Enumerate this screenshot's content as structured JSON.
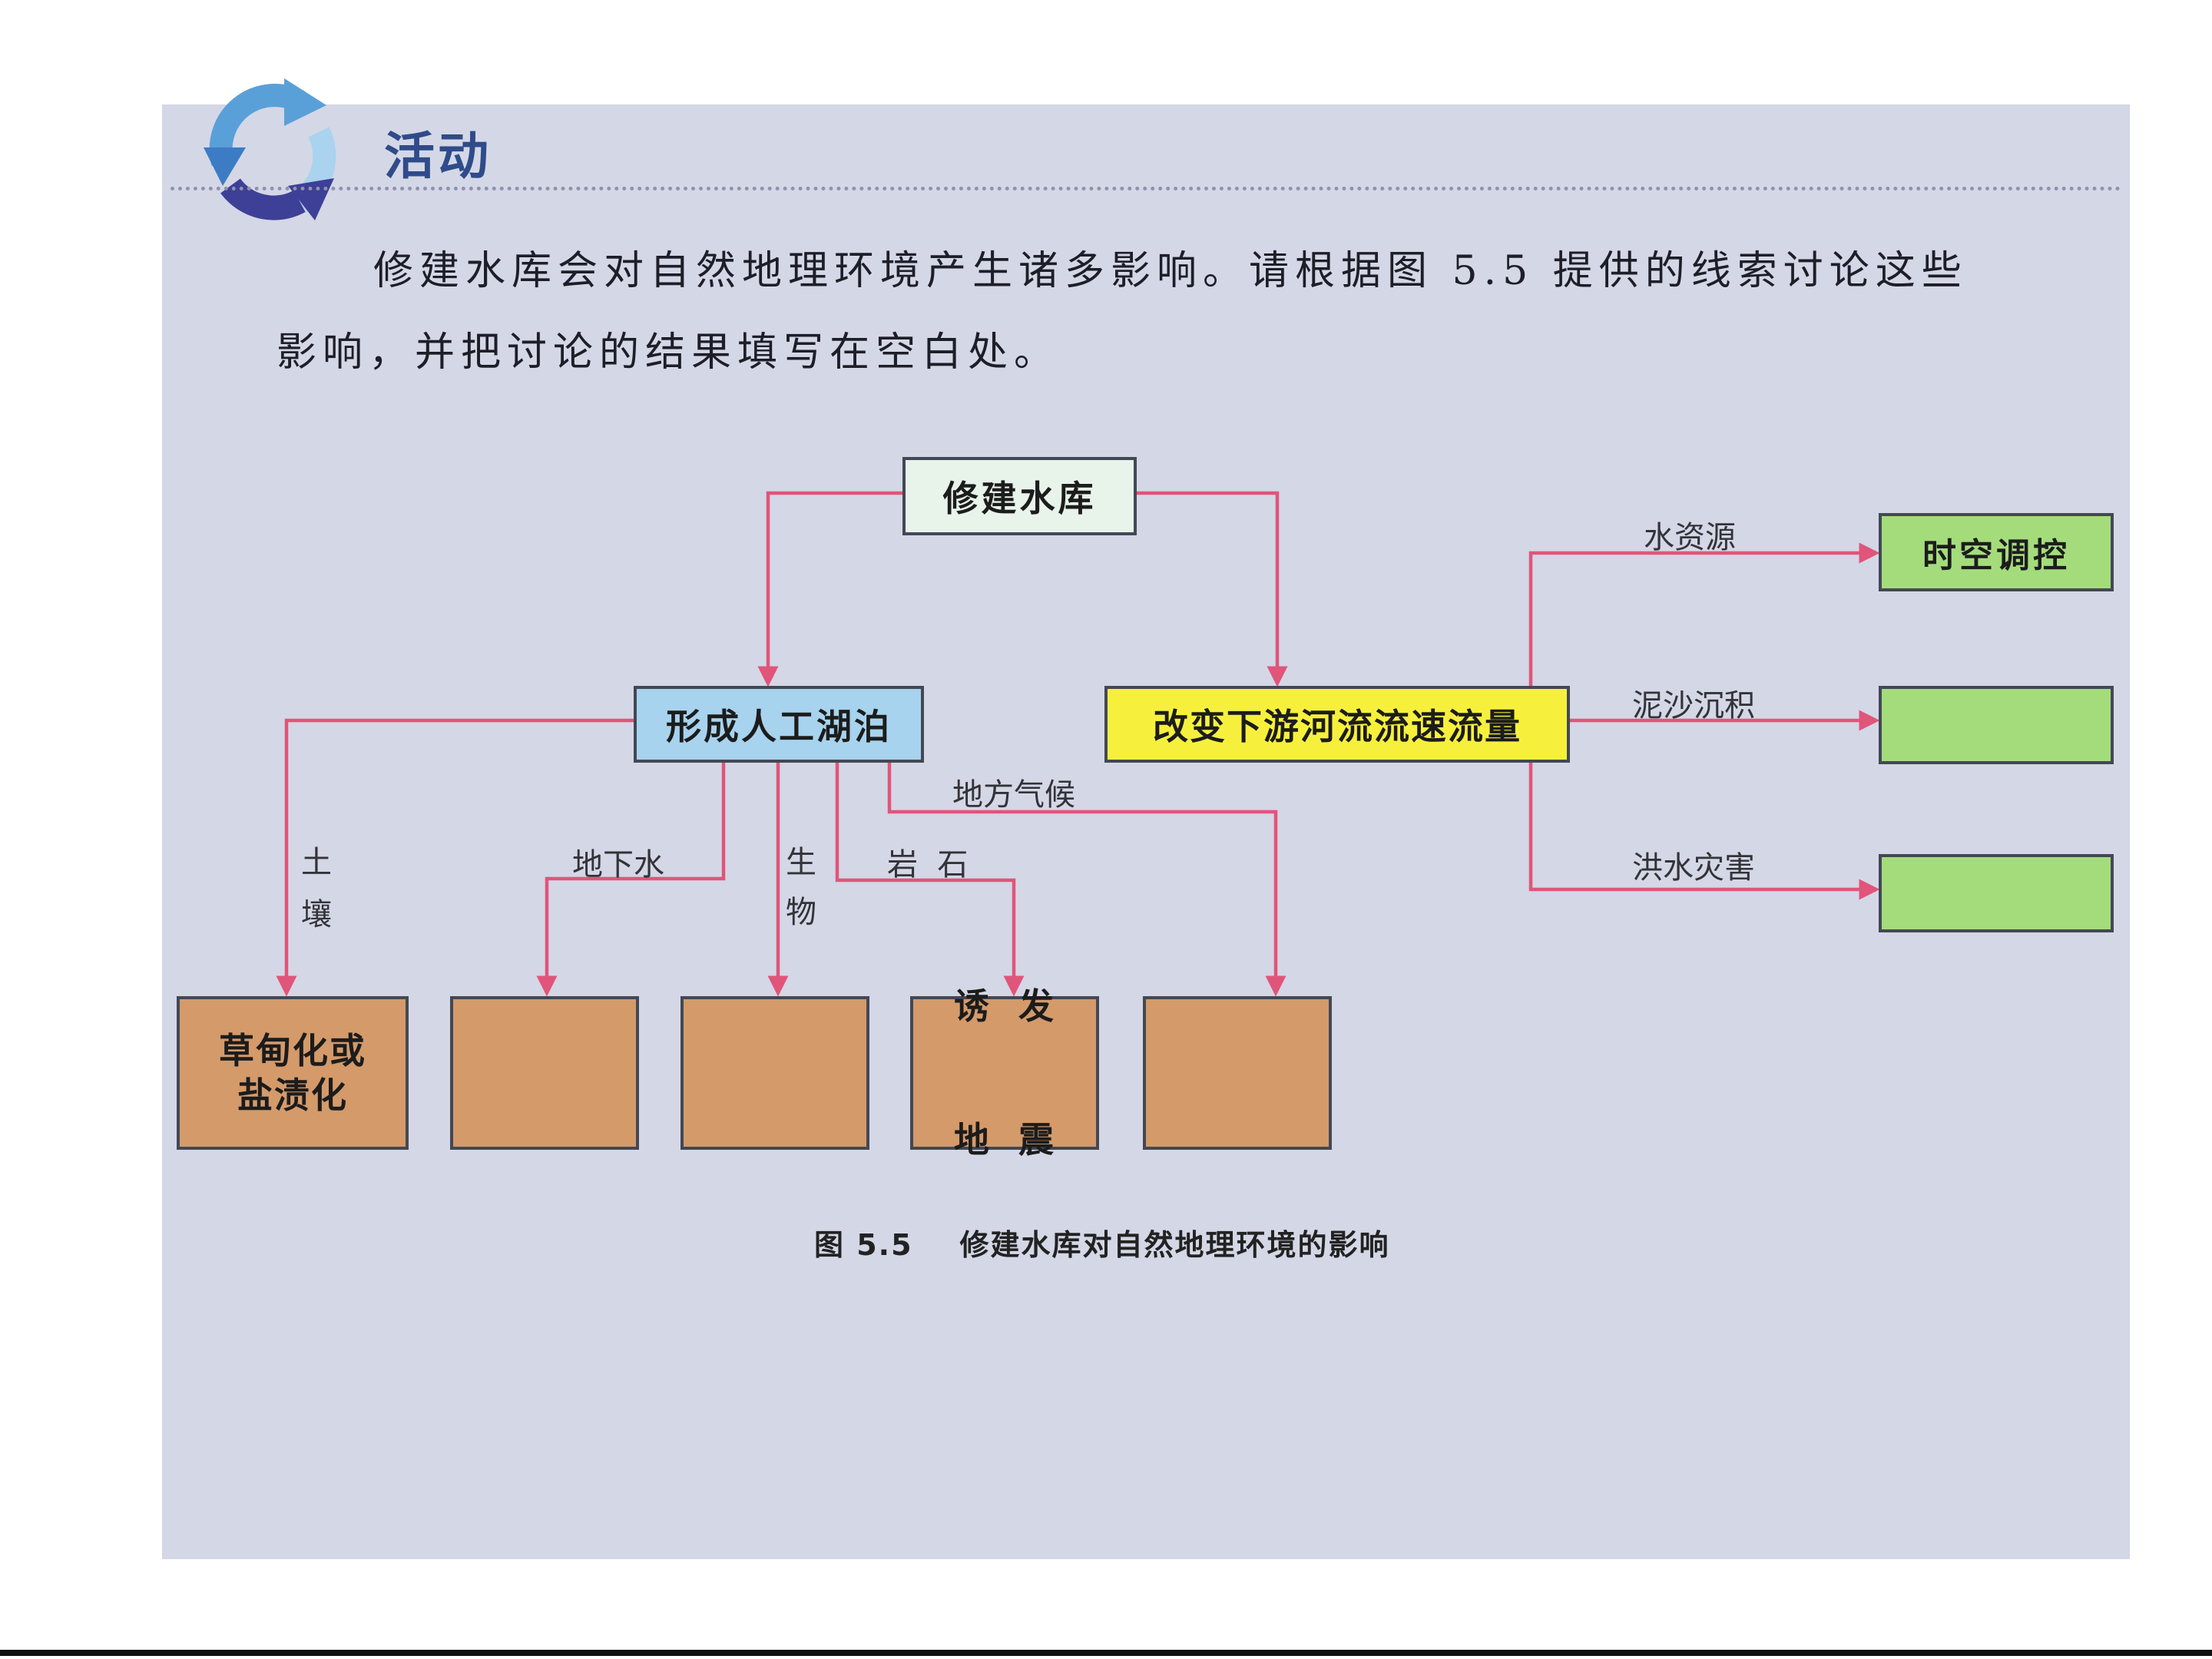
{
  "activity": {
    "title": "活动",
    "icon": "cycle-arrows-icon"
  },
  "instructions": {
    "line1": "修建水库会对自然地理环境产生诸多影响。请根据图 5.5 提供的线索讨论这些",
    "line2": "影响，并把讨论的结果填写在空白处。"
  },
  "diagram": {
    "root": "修建水库",
    "lake": "形成人工湖泊",
    "river": "改变下游河流流速流量",
    "lake_branches": {
      "soil": {
        "label_1": "土",
        "label_2": "壤",
        "result_1": "草甸化或",
        "result_2": "盐渍化"
      },
      "groundwater": {
        "label": "地下水",
        "result": ""
      },
      "biology": {
        "label_1": "生",
        "label_2": "物",
        "result": ""
      },
      "rock": {
        "label": "岩  石",
        "result_1": "诱  发",
        "result_2": "地  震"
      },
      "climate": {
        "label": "地方气候",
        "result": ""
      }
    },
    "river_branches": [
      {
        "label": "水资源",
        "result": "时空调控"
      },
      {
        "label": "泥沙沉积",
        "result": ""
      },
      {
        "label": "洪水灾害",
        "result": ""
      }
    ]
  },
  "caption": "图 5.5    修建水库对自然地理环境的影响",
  "colors": {
    "panel": "#d4d7e6",
    "arrow": "#e0557a",
    "root_box": "#e8f3ea",
    "lake_box": "#a7d3ee",
    "river_box": "#f6f03d",
    "green_box": "#a4dc7c",
    "brown_box": "#d49a6a"
  }
}
